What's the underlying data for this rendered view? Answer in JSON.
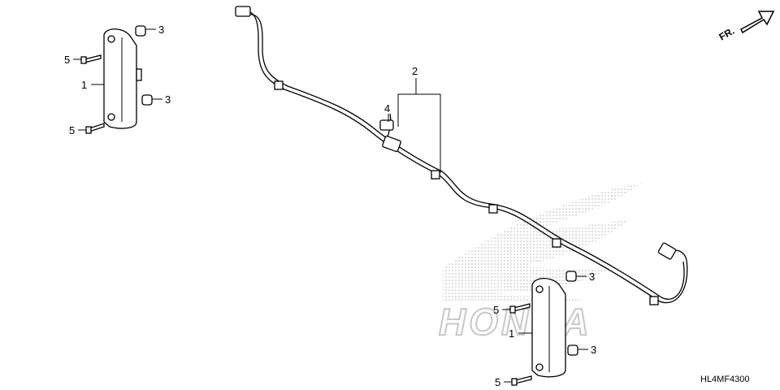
{
  "direction_label": "FR.",
  "diagram_code": "HL4MF4300",
  "watermark": "HONDA",
  "callouts": {
    "c1a": "1",
    "c1b": "1",
    "c2": "2",
    "c3a": "3",
    "c3b": "3",
    "c3c": "3",
    "c3d": "3",
    "c4": "4",
    "c5a": "5",
    "c5b": "5",
    "c5c": "5",
    "c5d": "5"
  },
  "colors": {
    "line": "#000000",
    "watermark": "#c8c8c8",
    "background": "#ffffff"
  },
  "icons": [
    "forward-arrow-icon",
    "honda-wing-logo"
  ]
}
